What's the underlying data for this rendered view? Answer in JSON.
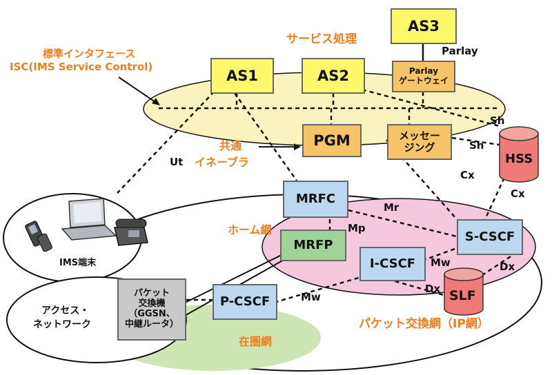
{
  "nodes": {
    "as3": "AS3",
    "as1": "AS1",
    "as2": "AS2",
    "parlay_gw_line1": "Parlay",
    "parlay_gw_line2": "ゲートウェイ",
    "pgm": "PGM",
    "messaging_line1": "メッセー",
    "messaging_line2": "ジング",
    "hss": "HSS",
    "mrfc": "MRFC",
    "mrfp": "MRFP",
    "scscf": "S-CSCF",
    "icscf": "I-CSCF",
    "slf": "SLF",
    "pcscf": "P-CSCF",
    "packet_switch_line1": "パケット",
    "packet_switch_line2": "交換機",
    "packet_switch_line3": "（GGSN、",
    "packet_switch_line4": "中継ルータ）"
  },
  "regions": {
    "service_processing": "サービス処理",
    "common_enabler_line1": "共通",
    "common_enabler_line2": "イネーブラ",
    "home_network": "ホーム網",
    "visited_network": "在圏網",
    "packet_network": "パケット交換網（IP網）",
    "ims_terminal": "IMS端末",
    "access_network_line1": "アクセス・",
    "access_network_line2": "ネットワーク",
    "standard_interface_line1": "標準インタフェース",
    "standard_interface_line2": "ISC(IMS Service Control)"
  },
  "interfaces": {
    "parlay": "Parlay",
    "sh1": "Sh",
    "sh2": "Sh",
    "cx1": "Cx",
    "cx2": "Cx",
    "ut": "Ut",
    "mr": "Mr",
    "mp": "Mp",
    "mw1": "Mw",
    "mw2": "Mw",
    "dx1": "Dx",
    "dx2": "Dx"
  },
  "colors": {
    "yellow": "#fff86a",
    "orange_box": "#f7c469",
    "blue_box": "#bcd8f0",
    "green_box": "#9fd39a",
    "pink_region": "#f5c8de",
    "green_region": "#cde6b3",
    "service_ellipse": "#fbf3bf",
    "hss_cylinder": "#f07a78",
    "label_orange": "#ef7d1a"
  }
}
